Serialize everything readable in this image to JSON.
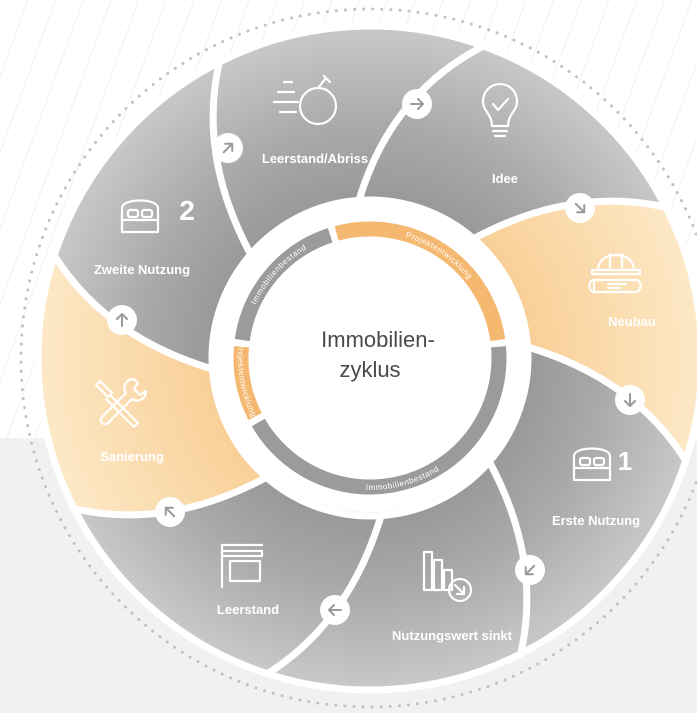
{
  "center": {
    "line1": "Immobilien-",
    "line2": "zyklus"
  },
  "ring": {
    "top_left": "Immobilienbestand",
    "top_right": "Projektentwicklung",
    "bottom_left": "Projektentwicklung",
    "bottom_right": "Immobilienbestand"
  },
  "segments": [
    {
      "label": "Idee",
      "icon": "lightbulb-icon",
      "highlighted": false
    },
    {
      "label": "Neubau",
      "icon": "hardhat-blueprint-icon",
      "highlighted": true
    },
    {
      "label": "Erste Nutzung",
      "icon": "bed-icon",
      "badge": "1",
      "highlighted": false
    },
    {
      "label": "Nutzungswert sinkt",
      "icon": "declining-bars-icon",
      "highlighted": false
    },
    {
      "label": "Leerstand",
      "icon": "empty-sign-icon",
      "highlighted": false
    },
    {
      "label": "Sanierung",
      "icon": "tools-icon",
      "highlighted": true
    },
    {
      "label": "Zweite Nutzung",
      "icon": "bed-icon",
      "badge": "2",
      "highlighted": false
    },
    {
      "label": "Leerstand/Abriss",
      "icon": "wrecking-ball-icon",
      "highlighted": false
    }
  ],
  "colors": {
    "segment_gray": "#a8a8a8",
    "segment_peach": "#fbdcae",
    "ring_gray": "#9b9b9b",
    "ring_orange": "#f5b870",
    "background_lower": "#efeff0"
  }
}
